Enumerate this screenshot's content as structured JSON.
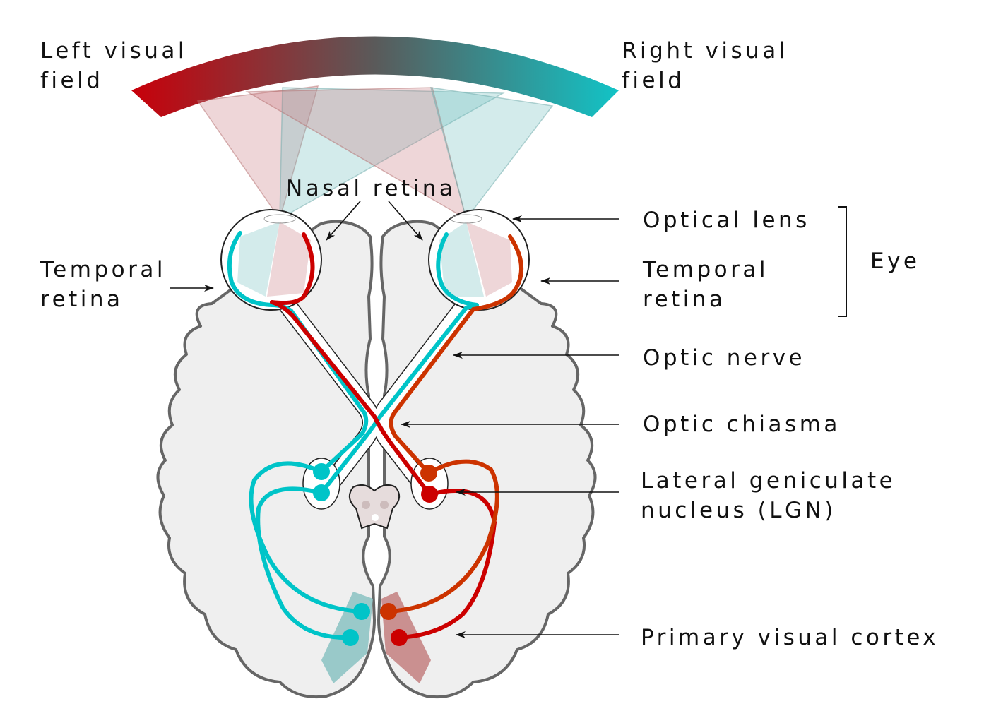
{
  "labels": {
    "left_field_1": "Left visual",
    "left_field_2": "field",
    "right_field_1": "Right visual",
    "right_field_2": "field",
    "nasal_retina": "Nasal retina",
    "temporal_left_1": "Temporal",
    "temporal_left_2": "retina",
    "optical_lens": "Optical lens",
    "temporal_right_1": "Temporal",
    "temporal_right_2": "retina",
    "eye": "Eye",
    "optic_nerve": "Optic nerve",
    "optic_chiasma": "Optic chiasma",
    "lgn_1": "Lateral geniculate",
    "lgn_2": "nucleus (LGN)",
    "cortex": "Primary visual cortex"
  },
  "colors": {
    "left_field": "#c8000a",
    "right_field": "#12c3c6",
    "cyan_pathway": "#00c4c8",
    "red_pathway": "#cc0000",
    "orange_pathway": "#cc3300",
    "brain_fill": "#efefef",
    "brain_outline": "#666666"
  }
}
